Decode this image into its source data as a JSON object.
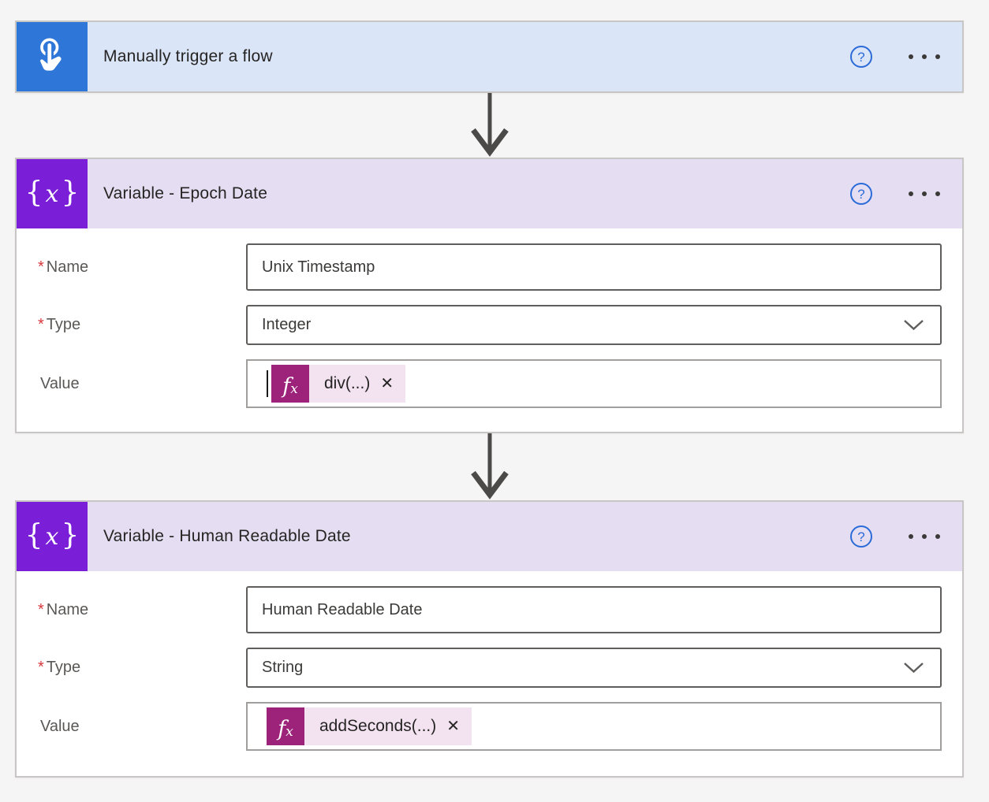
{
  "trigger": {
    "title": "Manually trigger a flow"
  },
  "variables": [
    {
      "title": "Variable - Epoch Date",
      "name": {
        "label": "Name",
        "required": "*",
        "value": "Unix Timestamp"
      },
      "type": {
        "label": "Type",
        "required": "*",
        "value": "Integer"
      },
      "value": {
        "label": "Value",
        "required": "",
        "expression": "div(...)"
      }
    },
    {
      "title": "Variable - Human Readable Date",
      "name": {
        "label": "Name",
        "required": "*",
        "value": "Human Readable Date"
      },
      "type": {
        "label": "Type",
        "required": "*",
        "value": "String"
      },
      "value": {
        "label": "Value",
        "required": "",
        "expression": "addSeconds(...)"
      }
    }
  ],
  "icons": {
    "help": "?",
    "close": "✕",
    "fx_f": "f",
    "fx_x": "x",
    "var_open_brace": "{",
    "var_x": "x",
    "var_close_brace": "}"
  },
  "colors": {
    "page_bg": "#f6f5f5",
    "trigger_icon_bg": "#2e76d8",
    "trigger_header_bg": "#dbe5f8",
    "variable_icon_bg": "#7a1ed8",
    "variable_header_bg": "#e5def3",
    "fx_icon_bg": "#9c2379",
    "fx_pill_bg": "#f3e3f1",
    "help_icon_blue": "#2b6bd8",
    "required_red": "#d6383d",
    "arrow_gray": "#4c4a48"
  }
}
